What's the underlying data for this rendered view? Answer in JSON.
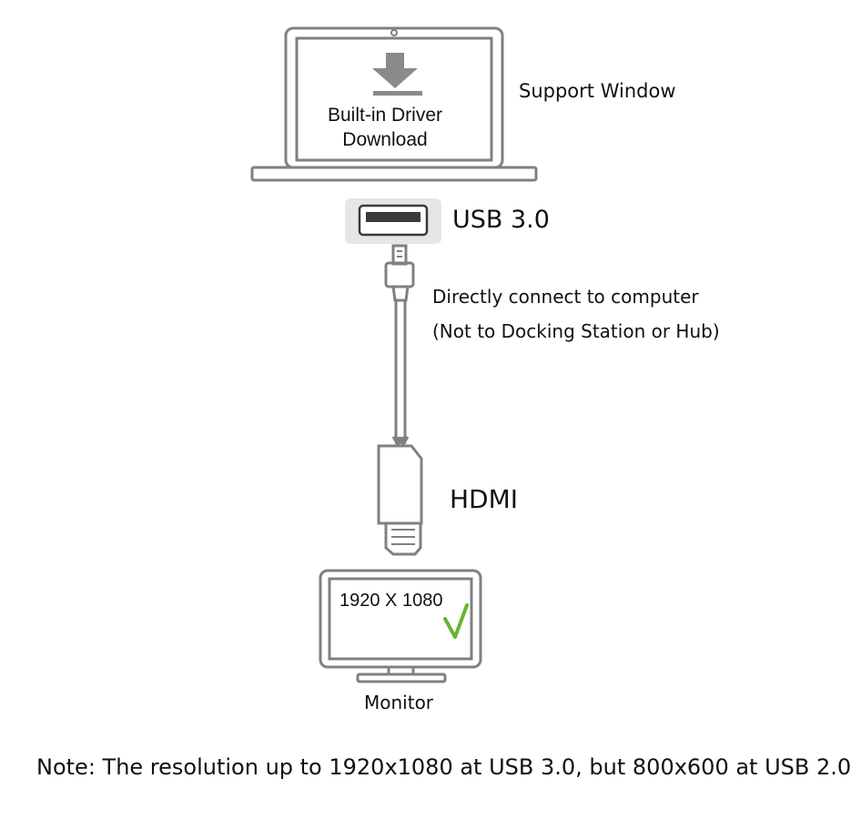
{
  "laptop": {
    "screen_line1": "Built-in Driver",
    "screen_line2": "Download",
    "side_label": "Support Window"
  },
  "usb": {
    "label": "USB 3.0"
  },
  "cable": {
    "note_line1": "Directly connect to computer",
    "note_line2": "(Not to Docking Station or Hub)"
  },
  "hdmi": {
    "label": "HDMI"
  },
  "monitor": {
    "resolution": "1920 X 1080",
    "label": "Monitor"
  },
  "footer": {
    "note": "Note: The resolution up to 1920x1080 at USB 3.0, but 800x600 at USB 2.0"
  },
  "colors": {
    "outline": "#808080",
    "check": "#6ab42d"
  }
}
